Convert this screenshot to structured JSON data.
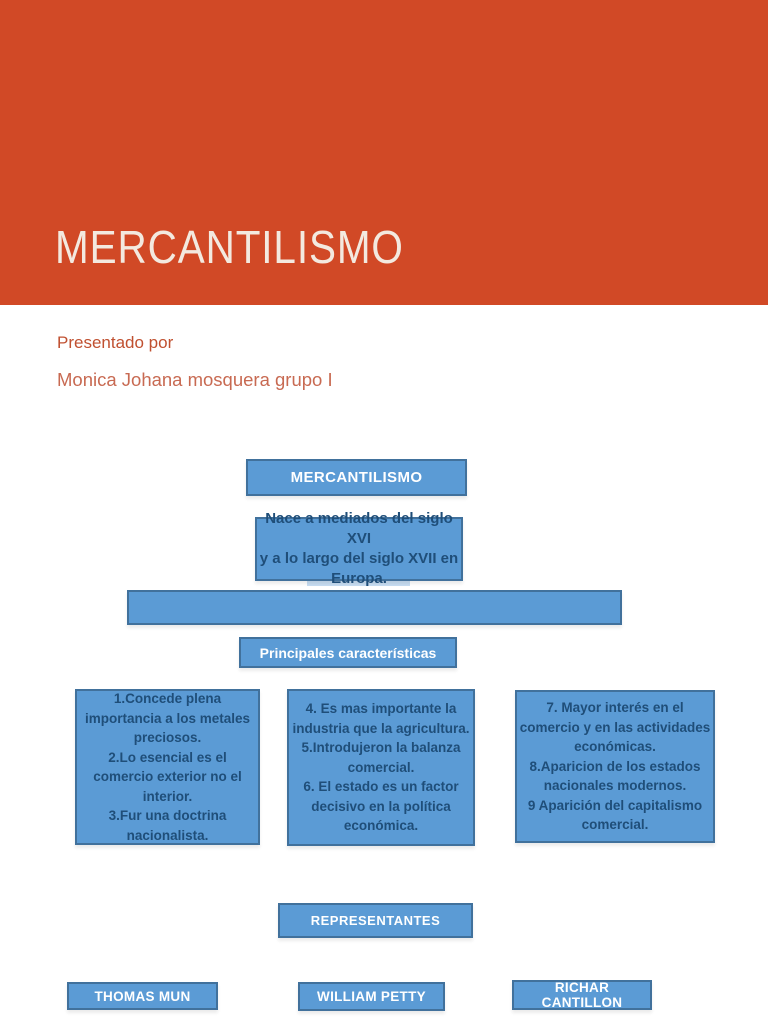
{
  "slide": {
    "title": "MERCANTILISMO",
    "presented_by": "Presentado por",
    "author": "Monica Johana mosquera grupo I"
  },
  "diagram": {
    "root": "MERCANTILISMO",
    "origin": "Nace a mediados del siglo XVI\ny a lo largo del siglo XVII en\nEuropa.",
    "banner": "",
    "section": "Principales características",
    "characteristics": {
      "left": "1.Concede plena\nimportancia a los metales\npreciosos.\n2.Lo esencial es el\ncomercio exterior no el\ninterior.\n3.Fur una doctrina\nnacionalista.",
      "middle": "4. Es mas importante la\nindustria que la agricultura.\n5.Introdujeron la balanza\ncomercial.\n6. El estado es un factor\ndecisivo en la política\neconómica.",
      "right": "7. Mayor interés en el\ncomercio y en las actividades\neconómicas.\n8.Aparicion de los estados\nnacionales modernos.\n9 Aparición del capitalismo\ncomercial."
    },
    "representatives_header": "REPRESENTANTES",
    "representatives": [
      "THOMAS MUN",
      "WILLIAM PETTY",
      "RICHAR\nCANTILLON"
    ]
  },
  "colors": {
    "header_bg": "#d14926",
    "title_text": "#f3e9df",
    "subtitle1_text": "#c05030",
    "subtitle2_text": "#c86a52",
    "box_fill": "#5b9bd5",
    "box_border": "#41719c",
    "box_text_light": "#ffffff",
    "box_text_dark": "#1f4e79",
    "peek_fill": "#c7ddf2",
    "page_bg": "#ffffff"
  }
}
